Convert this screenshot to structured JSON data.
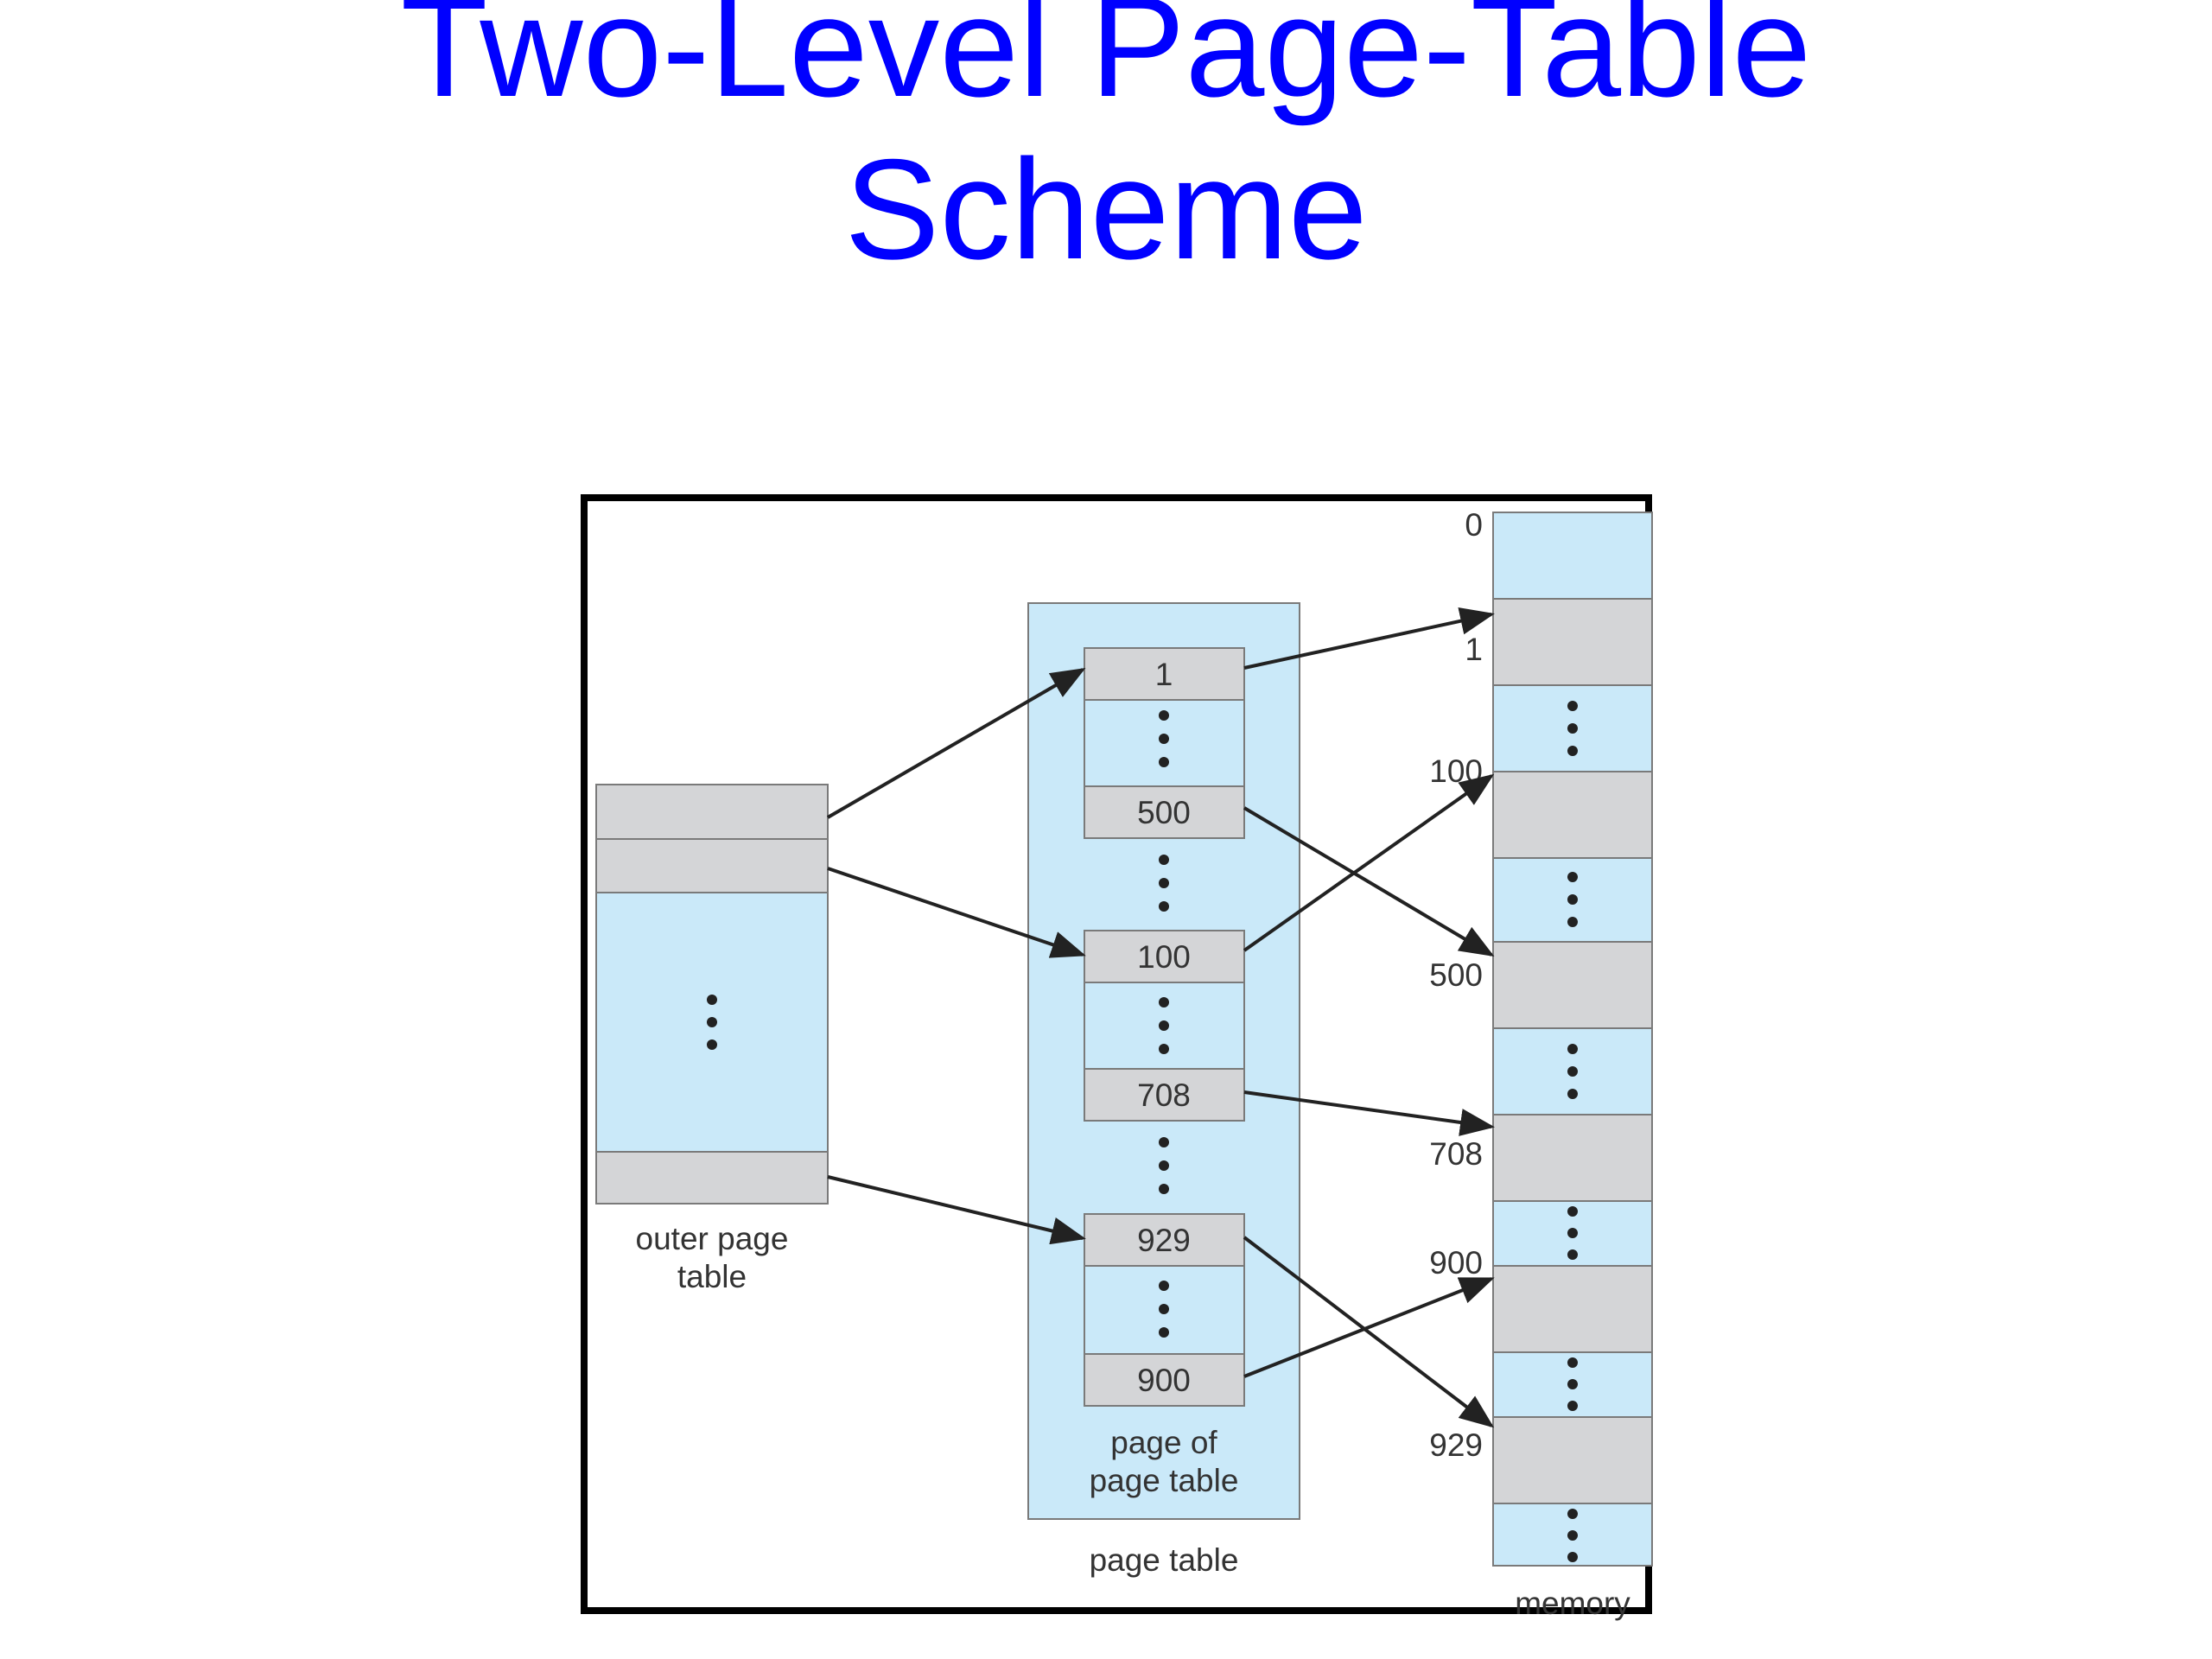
{
  "title": {
    "line1": "Two-Level Page-Table",
    "line2": "Scheme"
  },
  "colors": {
    "title": "#0000ff",
    "light_blue": "#cae9f9",
    "gray": "#d4d5d7",
    "frame": "#000000",
    "arrow": "#222222"
  },
  "outer_page_table": {
    "label_line1": "outer page",
    "label_line2": "table"
  },
  "page_table": {
    "label": "page table",
    "page_of_label_line1": "page of",
    "page_of_label_line2": "page table",
    "entries": [
      "1",
      "500",
      "100",
      "708",
      "929",
      "900"
    ]
  },
  "memory": {
    "label": "memory",
    "address_labels": [
      "0",
      "1",
      "100",
      "500",
      "708",
      "900",
      "929"
    ]
  },
  "icons": {
    "ellipsis": "vertical-ellipsis-icon",
    "arrow": "arrow-icon"
  }
}
